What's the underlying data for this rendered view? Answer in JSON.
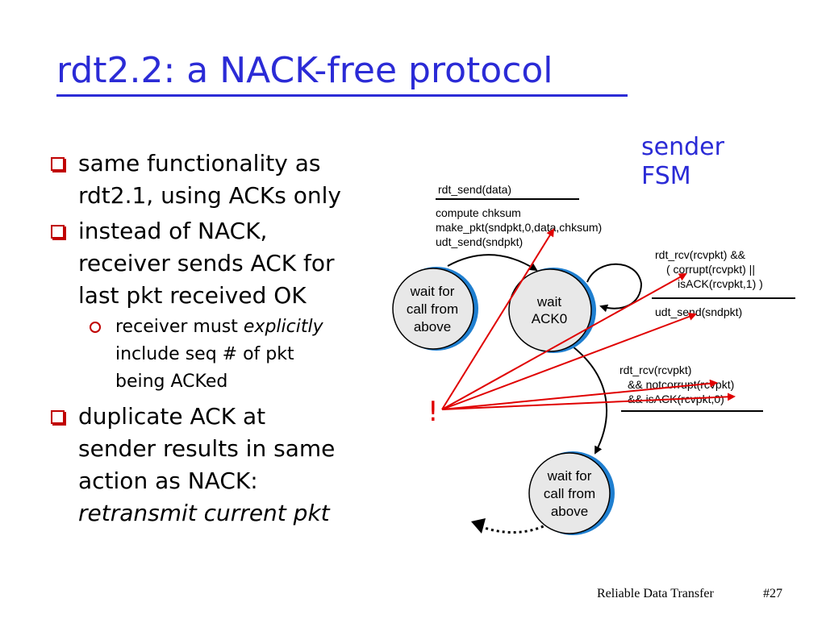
{
  "slide": {
    "title": "rdt2.2: a NACK-free protocol",
    "sender_label_line1": "sender",
    "sender_label_line2": "FSM"
  },
  "bullets": [
    {
      "line1": "same functionality as",
      "line2": "rdt2.1, using ACKs only"
    },
    {
      "line1": "instead of NACK,",
      "line2": "receiver sends ACK for",
      "line3": "last pkt received OK"
    },
    {
      "line1": "duplicate ACK at",
      "line2": "sender results in same",
      "line3": "action as NACK:",
      "line4": "retransmit current pkt"
    }
  ],
  "sub_bullet": {
    "part1": "receiver must ",
    "part2_italic": "explicitly",
    "line2": "include seq # of pkt",
    "line3": "being ACKed"
  },
  "fsm": {
    "states": {
      "wait_call_top": [
        "wait for",
        "call from",
        "above"
      ],
      "wait_ack0": [
        "wait",
        "ACK0"
      ],
      "wait_call_bottom": [
        "wait for",
        "call from",
        "above"
      ]
    },
    "t1_event": "rdt_send(data)",
    "t1_actions": [
      "compute chksum",
      "make_pkt(sndpkt,0,data,chksum)",
      "udt_send(sndpkt)"
    ],
    "t2_event": [
      "rdt_rcv(rcvpkt) &&",
      "( corrupt(rcvpkt) ||",
      "isACK(rcvpkt,1) )"
    ],
    "t2_action": "udt_send(sndpkt)",
    "t3_event": [
      "rdt_rcv(rcvpkt)",
      "&& notcorrupt(rcvpkt)",
      "&& isACK(rcvpkt,0)"
    ],
    "exclamation": "!"
  },
  "footer": {
    "label": "Reliable Data Transfer",
    "page": "#27"
  },
  "colors": {
    "title_blue": "#2b2bd6",
    "bullet_red": "#c00000",
    "arrow_red": "#e00000",
    "state_edge_blue": "#1f7fd0"
  }
}
